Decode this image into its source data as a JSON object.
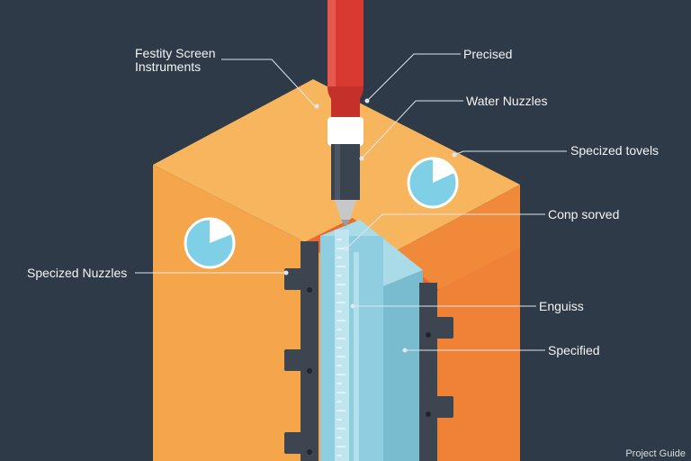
{
  "labels": {
    "festity_screen_instruments": "Festity Screen\nInstruments",
    "precised": "Precised",
    "water_nuzzles": "Water Nuzzles",
    "specized_tovels": "Specized tovels",
    "conp_sorved": "Conp sorved",
    "specized_nuzzles": "Specized Nuzzles",
    "enguiss": "Enguiss",
    "specified": "Specified"
  },
  "footer": "Project Guide",
  "colors": {
    "background": "#2e3a47",
    "block_top": "#f7b65e",
    "block_left": "#f5a54a",
    "block_right": "#f08a3a",
    "tool_red": "#d83a32",
    "glass": "#8fcde0",
    "gauge": "#7fd0e6",
    "post": "#3c4550"
  }
}
